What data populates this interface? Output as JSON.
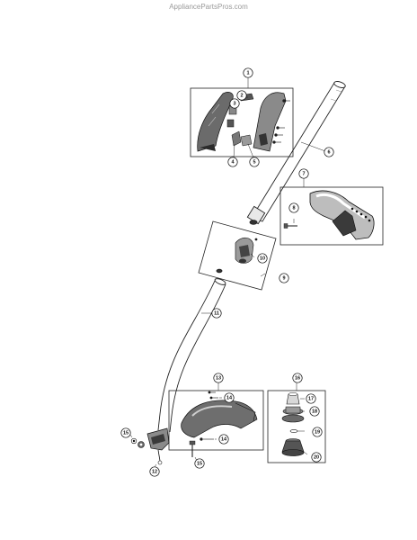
{
  "watermark": "AppliancePartsPros.com",
  "callouts": {
    "c1": "1",
    "c2": "2",
    "c3": "3",
    "c4": "4",
    "c5": "5",
    "c6": "6",
    "c7": "7",
    "c8": "8",
    "c9": "9",
    "c10": "10",
    "c11": "11",
    "c12": "12",
    "c13": "13",
    "c14a": "14",
    "c14b": "14",
    "c15a": "15",
    "c15b": "15",
    "c16": "16",
    "c17": "17",
    "c18": "18",
    "c19": "19",
    "c20": "20"
  }
}
